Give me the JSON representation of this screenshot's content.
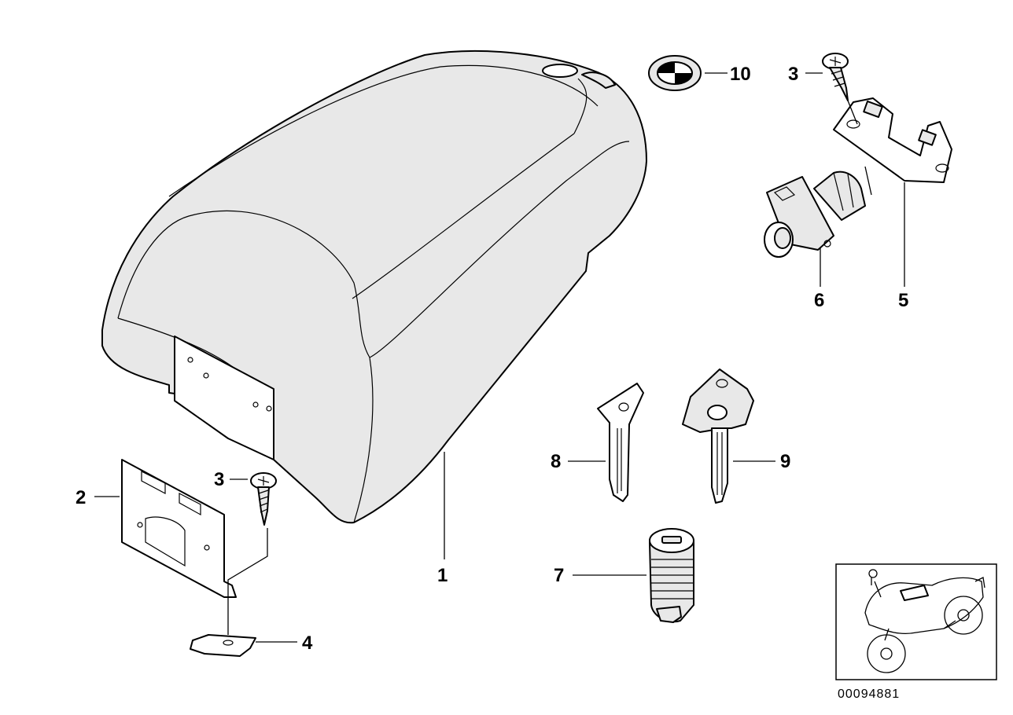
{
  "callouts": {
    "c1": "1",
    "c2": "2",
    "c3a": "3",
    "c3b": "3",
    "c4": "4",
    "c5": "5",
    "c6": "6",
    "c7": "7",
    "c8": "8",
    "c9": "9",
    "c10": "10"
  },
  "reference_number": "00094881",
  "icons": {
    "seat": "seat-cowl-icon",
    "bracket": "mounting-bracket-icon",
    "screw": "screw-icon",
    "clip": "speed-nut-icon",
    "lock_bracket": "lock-bracket-icon",
    "lock": "lock-cylinder-icon",
    "key_blank": "key-blank-icon",
    "key": "key-icon",
    "badge": "bmw-badge-icon",
    "motorcycle": "motorcycle-locator-icon"
  }
}
